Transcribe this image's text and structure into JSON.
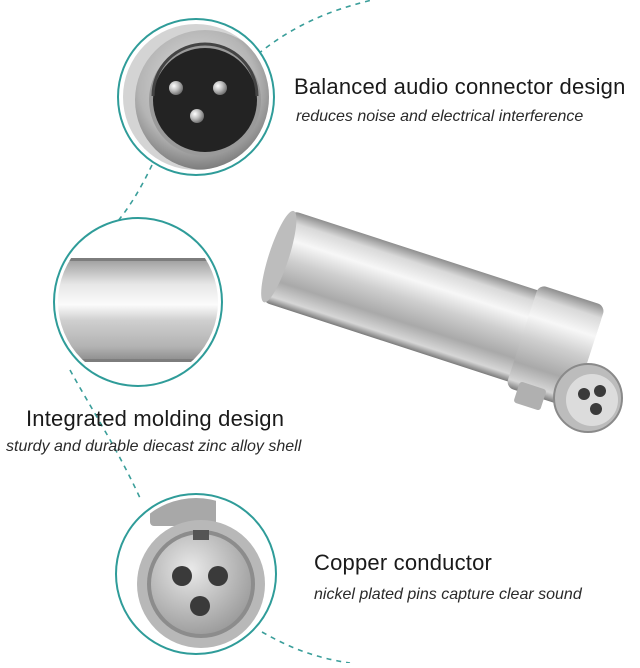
{
  "features": [
    {
      "title": "Balanced audio connector design",
      "subtitle": "reduces noise and electrical interference"
    },
    {
      "title": "Integrated molding design",
      "subtitle": "sturdy and durable diecast zinc alloy shell"
    },
    {
      "title": "Copper conductor",
      "subtitle": "nickel plated pins capture clear sound"
    }
  ],
  "colors": {
    "ring": "#2f9c99",
    "dashed_line": "#3a9e9a",
    "metal": "#c9c9c9"
  },
  "illustrations": [
    "xlr-male-pins-closeup",
    "metal-shell-closeup",
    "xlr-female-socket-closeup",
    "xlr-female-to-male-adapter"
  ]
}
